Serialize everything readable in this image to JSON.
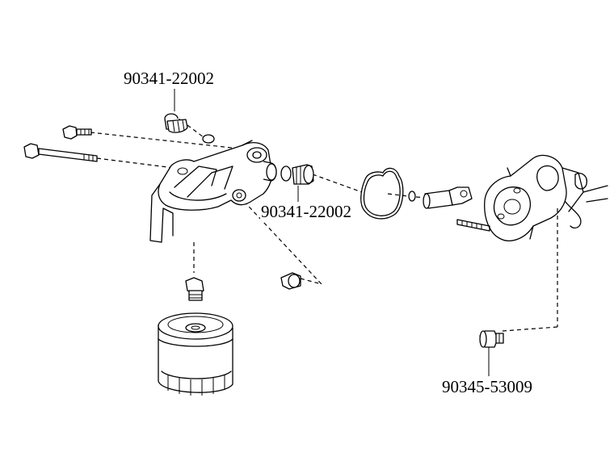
{
  "labels": {
    "drain_plug_top": "90341-22002",
    "drain_plug_side": "90341-22002",
    "plug_bottom_right": "90345-53009"
  }
}
